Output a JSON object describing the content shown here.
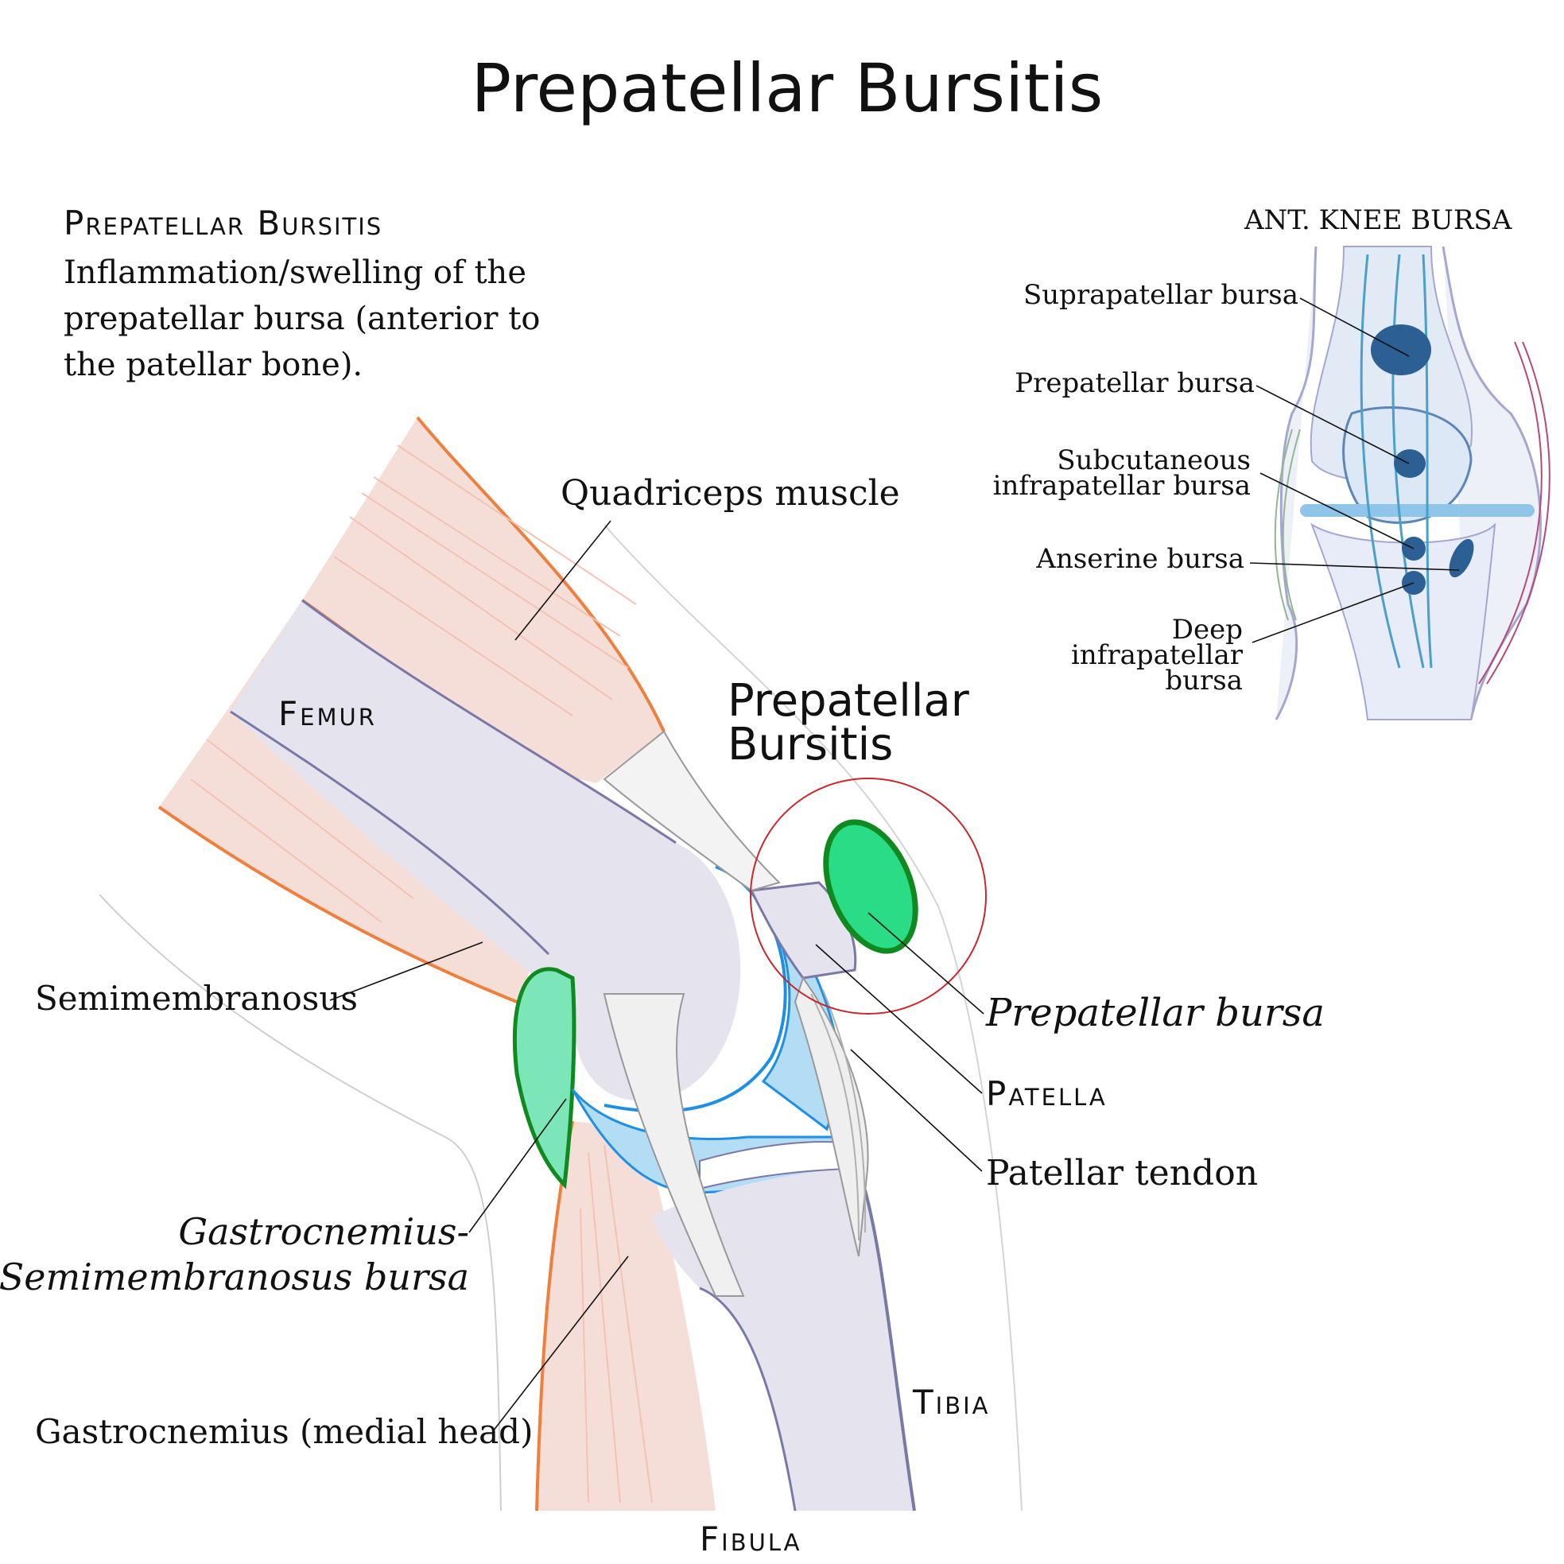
{
  "title": "Prepatellar Bursitis",
  "definition": {
    "heading": "Prepatellar bursitis",
    "lines": [
      "Inflammation/swelling of the",
      "prepatellar bursa (anterior to",
      "the patellar bone)."
    ]
  },
  "callout": {
    "line1": "Prepatellar",
    "line2": "Bursitis"
  },
  "labels": {
    "quadriceps": "Quadriceps muscle",
    "femur": "Femur",
    "semimembranosus": "Semimembranosus",
    "gastro_bursa_1": "Gastrocnemius-",
    "gastro_bursa_2": "Semimembranosus bursa",
    "gastro_medial": "Gastrocnemius (medial head)",
    "fibula": "Fibula",
    "tibia": "Tibia",
    "prepatellar_bursa": "Prepatellar bursa",
    "patella": "Patella",
    "patellar_tendon": "Patellar tendon"
  },
  "inset": {
    "title": "ANT. KNEE BURSA",
    "suprapatellar": "Suprapatellar bursa",
    "prepatellar": "Prepatellar bursa",
    "subcutaneous_1": "Subcutaneous",
    "subcutaneous_2": "infrapatellar bursa",
    "anserine": "Anserine bursa",
    "deep_1": "Deep",
    "deep_2": "infrapatellar",
    "deep_3": "bursa"
  },
  "colors": {
    "muscle_fill": "#f6ded8",
    "muscle_edge": "#f07f3c",
    "bone_fill": "#e5e4ee",
    "bone_edge": "#7a78a8",
    "cartilage_blue": "#1e8fe6",
    "joint_fluid": "#b3dcf5",
    "bursa_green": "#2bdc86",
    "bursa_edge": "#10891f",
    "gastro_bursa": "#7de6b8",
    "highlight_circle": "#c8282e",
    "inset_bursa": "#2c5f93"
  }
}
